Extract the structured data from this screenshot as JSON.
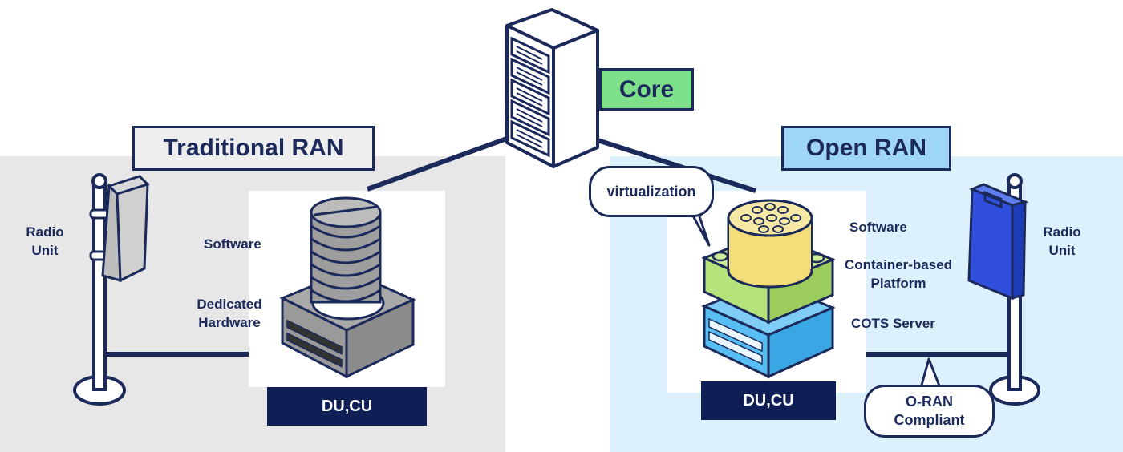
{
  "core": {
    "label": "Core"
  },
  "traditional": {
    "title": "Traditional RAN",
    "radio_unit": "Radio\nUnit",
    "software": "Software",
    "hardware": "Dedicated\nHardware",
    "du_cu": "DU,CU"
  },
  "open": {
    "title": "Open RAN",
    "bubble": "virtualization",
    "software": "Software",
    "platform": "Container-based\nPlatform",
    "server": "COTS Server",
    "du_cu": "DU,CU",
    "radio_unit": "Radio\nUnit",
    "compliant": "O-RAN\nCompliant"
  },
  "colors": {
    "navy": "#1b2a5a",
    "core_green": "#7fe08a",
    "open_title_blue": "#9fd6f7",
    "panel_gray": "#e7e7e7",
    "panel_blue": "#dcf1fc",
    "block_yellow": "#f7e9a3",
    "block_green": "#b5e27a",
    "block_blue": "#58bdf2"
  }
}
